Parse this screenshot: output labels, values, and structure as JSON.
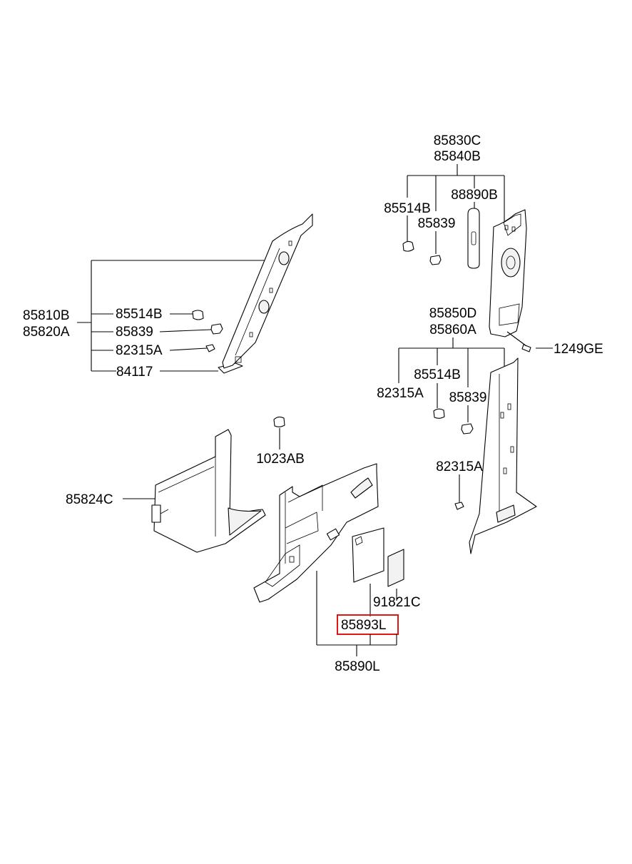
{
  "labels": {
    "l_85830C": "85830C",
    "l_85840B": "85840B",
    "l_88890B": "88890B",
    "l_85514B_tr": "85514B",
    "l_85839_tr": "85839",
    "l_85810B": "85810B",
    "l_85820A": "85820A",
    "l_85514B_l": "85514B",
    "l_85839_l": "85839",
    "l_82315A_l": "82315A",
    "l_84117": "84117",
    "l_85850D": "85850D",
    "l_85860A": "85860A",
    "l_1249GE": "1249GE",
    "l_82315A_r1": "82315A",
    "l_85514B_r": "85514B",
    "l_85839_r": "85839",
    "l_82315A_r2": "82315A",
    "l_1023AB": "1023AB",
    "l_85824C": "85824C",
    "l_91821C": "91821C",
    "l_85893L": "85893L",
    "l_85890L": "85890L"
  },
  "highlight": {
    "part": "85893L",
    "color": "#e01515"
  }
}
